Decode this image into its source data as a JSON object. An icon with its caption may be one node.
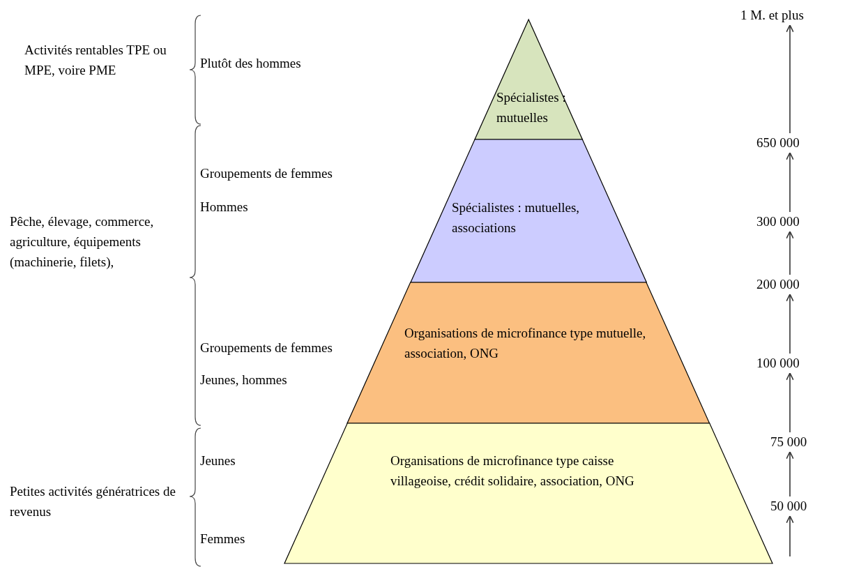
{
  "diagram": {
    "nodes": [
      {
        "text": [
          "Spécialistes : mutuelles"
        ]
      },
      {
        "text": [
          "Spécialistes : mutuelles, associations"
        ]
      },
      {
        "text": [
          "Organisations de microfinance type mutuelle, association, ONG"
        ]
      },
      {
        "text": [
          "Organisations de microfinance type caisse villageoise, crédit solidaire, association, ONG"
        ]
      },
      {
        "text": [
          "1 M. et plus"
        ]
      },
      {
        "text": [
          "650 000"
        ]
      },
      {
        "text": [
          "300 000"
        ]
      },
      {
        "text": [
          "200 000"
        ]
      },
      {
        "text": [
          "100 000"
        ]
      },
      {
        "text": [
          "75 000"
        ]
      },
      {
        "text": [
          "50 000"
        ]
      }
    ],
    "edges": [
      {
        "from": 5,
        "to": 4,
        "arrow": "to"
      },
      {
        "from": 6,
        "to": 5,
        "arrow": "to"
      },
      {
        "from": 7,
        "to": 6,
        "arrow": "to"
      },
      {
        "from": 8,
        "to": 7,
        "arrow": "to"
      },
      {
        "from": 9,
        "to": 8,
        "arrow": "to"
      },
      {
        "from": 10,
        "to": 9,
        "arrow": "to"
      },
      {
        "from": null,
        "to": 10,
        "arrow": "to"
      }
    ],
    "labels": [
      "Activités rentables TPE ou MPE, voire PME",
      "Plutôt des hommes",
      "Groupements de femmes",
      "Hommes",
      "Pêche, élevage, commerce, agriculture, équipements (machinerie, filets),",
      "Groupements de femmes",
      "Jeunes, hommes",
      "Jeunes",
      "Petites activités génératrices de revenus",
      "Femmes"
    ]
  }
}
